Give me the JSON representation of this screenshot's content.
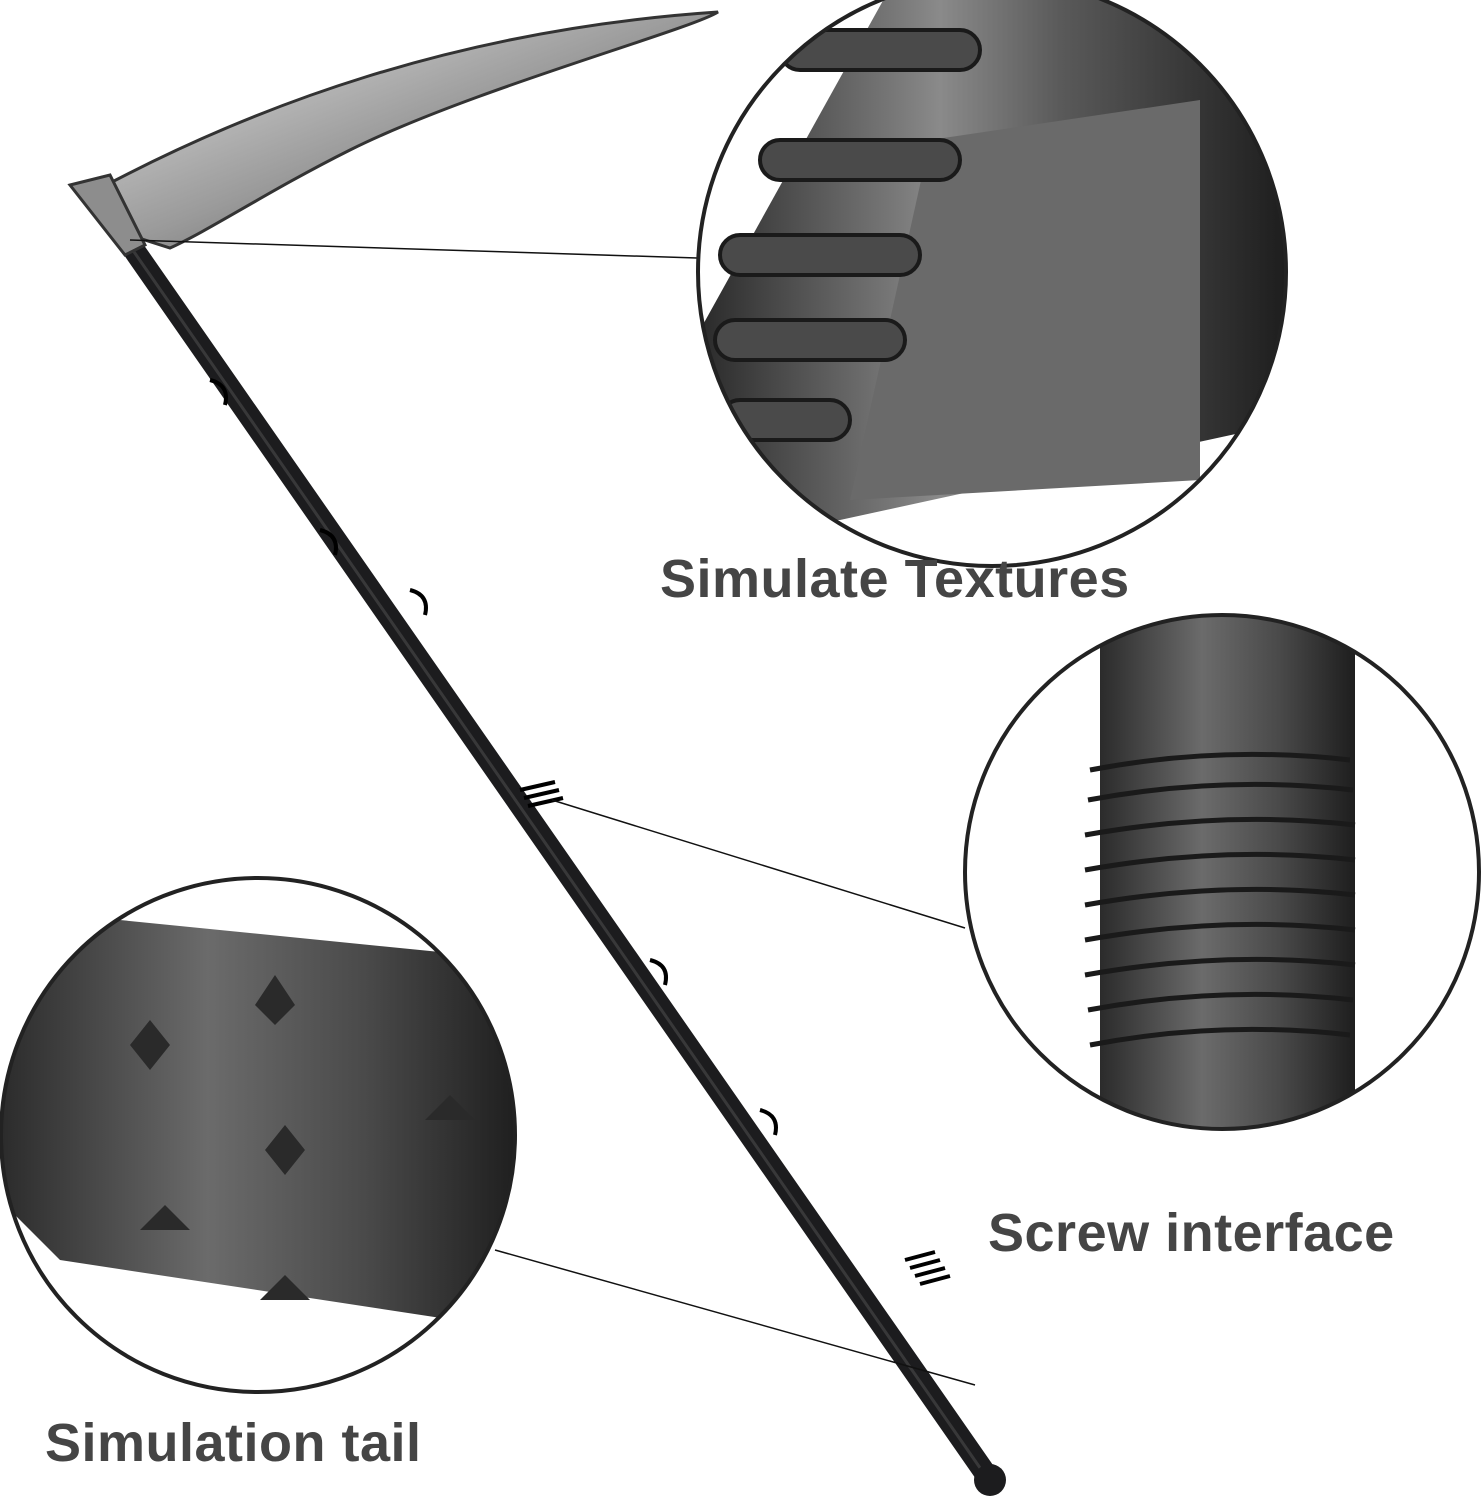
{
  "callouts": {
    "textures": "Simulate Textures",
    "screw": "Screw interface",
    "tail": "Simulation tail"
  },
  "colors": {
    "text": "#454545",
    "staff": "#1c1c1e",
    "blade": "#b9b9b9",
    "circle_border": "#222222"
  }
}
